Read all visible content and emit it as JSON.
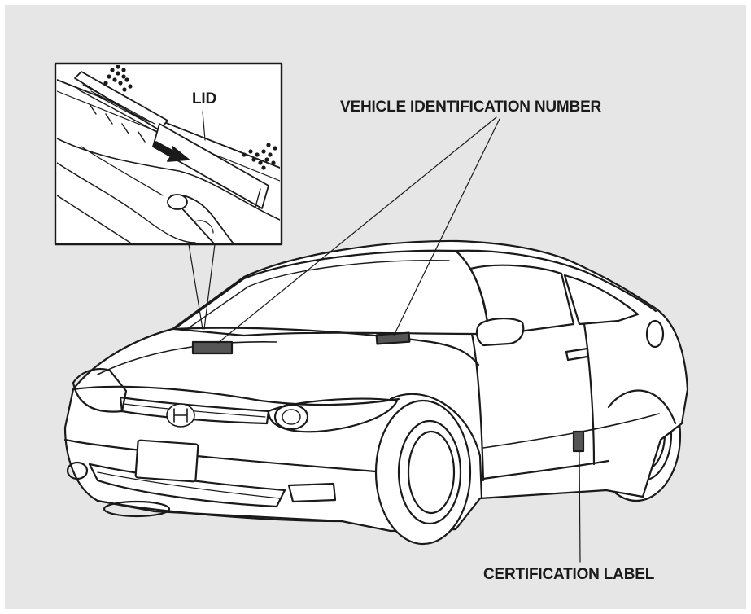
{
  "labels": {
    "lid": "LID",
    "vin": "VEHICLE IDENTIFICATION NUMBER",
    "certification": "CERTIFICATION LABEL"
  },
  "colors": {
    "background": "#e6e6e6",
    "line": "#1a1a1a",
    "car_fill": "#ffffff"
  }
}
